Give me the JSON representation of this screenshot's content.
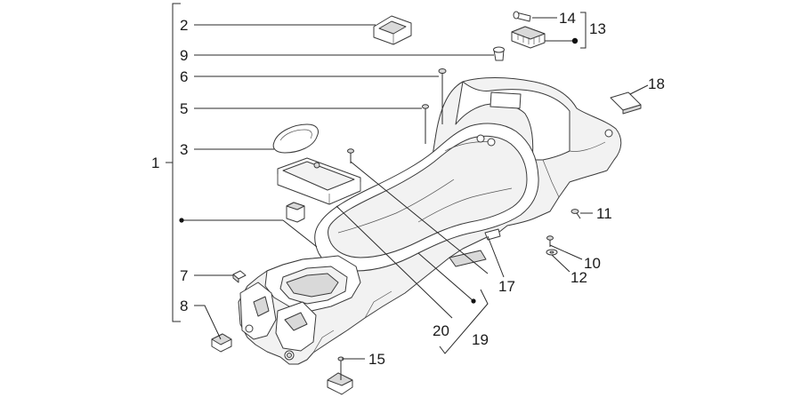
{
  "callouts": [
    {
      "id": "c1",
      "label": "1"
    },
    {
      "id": "c2",
      "label": "2"
    },
    {
      "id": "c3",
      "label": "3"
    },
    {
      "id": "c5",
      "label": "5"
    },
    {
      "id": "c6",
      "label": "6"
    },
    {
      "id": "c7",
      "label": "7"
    },
    {
      "id": "c8",
      "label": "8"
    },
    {
      "id": "c9",
      "label": "9"
    },
    {
      "id": "c10",
      "label": "10"
    },
    {
      "id": "c11",
      "label": "11"
    },
    {
      "id": "c12",
      "label": "12"
    },
    {
      "id": "c13",
      "label": "13"
    },
    {
      "id": "c14",
      "label": "14"
    },
    {
      "id": "c15",
      "label": "15"
    },
    {
      "id": "c17",
      "label": "17"
    },
    {
      "id": "c18",
      "label": "18"
    },
    {
      "id": "c19",
      "label": "19"
    },
    {
      "id": "c20",
      "label": "20"
    }
  ]
}
